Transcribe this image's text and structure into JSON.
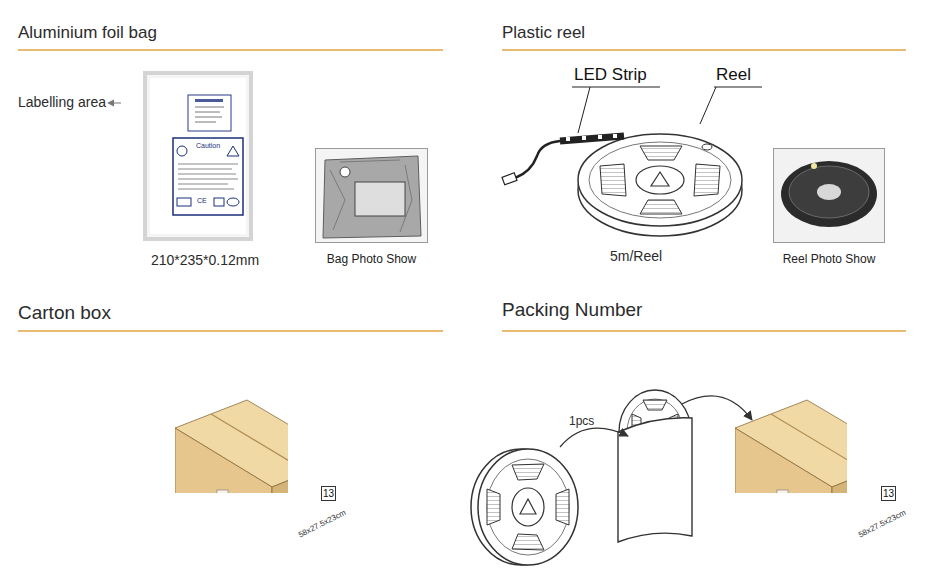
{
  "diagram": {
    "nodes": [
      {
        "text": [
          "Bag Photo Show"
        ]
      },
      {
        "text": [
          "Reel Photo Show"
        ]
      },
      {
        "text": [
          "13",
          "58x27.5x23cm"
        ]
      },
      {
        "text": [
          "13",
          "58x27.5x23cm"
        ]
      }
    ],
    "labels": [
      "Aluminium foil bag",
      "Labelling area",
      "Caution",
      "CE",
      "210*235*0.12mm",
      "Plastic reel",
      "LED Strip",
      "Reel",
      "5m/Reel",
      "Carton box",
      "Packing Number",
      "1pcs"
    ]
  }
}
